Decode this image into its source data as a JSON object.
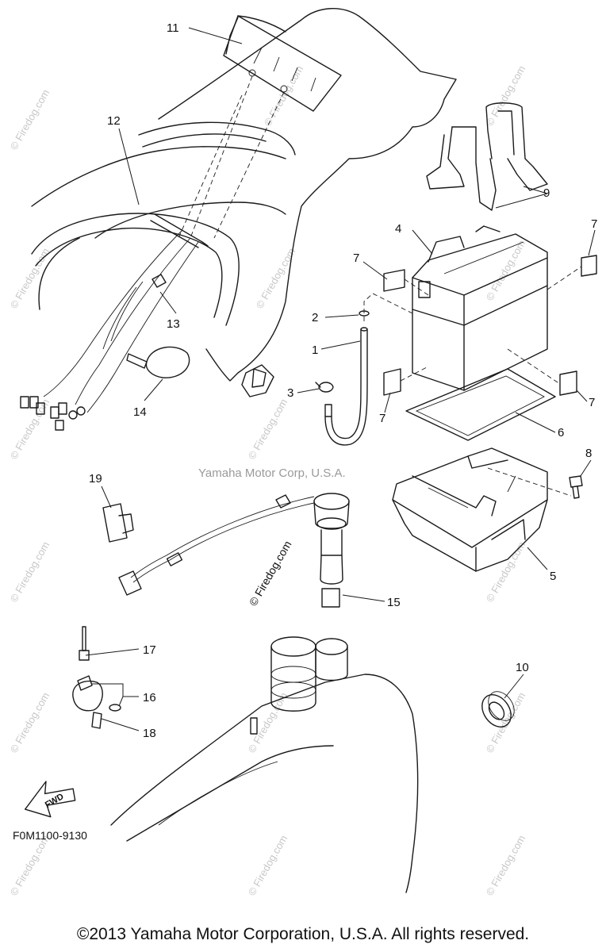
{
  "watermark": {
    "repeat_text": "© Firedog.com",
    "center_text": "© Firedog.com",
    "credit_text": "Yamaha Motor Corp, U.S.A."
  },
  "diagram_code": "F0M1100-9130",
  "fwd_label": "FWD",
  "copyright": "©2013 Yamaha Motor Corporation, U.S.A. All rights reserved.",
  "part_labels": [
    "1",
    "2",
    "3",
    "4",
    "5",
    "6",
    "7",
    "7",
    "7",
    "7",
    "8",
    "9",
    "10",
    "11",
    "12",
    "13",
    "14",
    "15",
    "16",
    "17",
    "18",
    "19"
  ]
}
